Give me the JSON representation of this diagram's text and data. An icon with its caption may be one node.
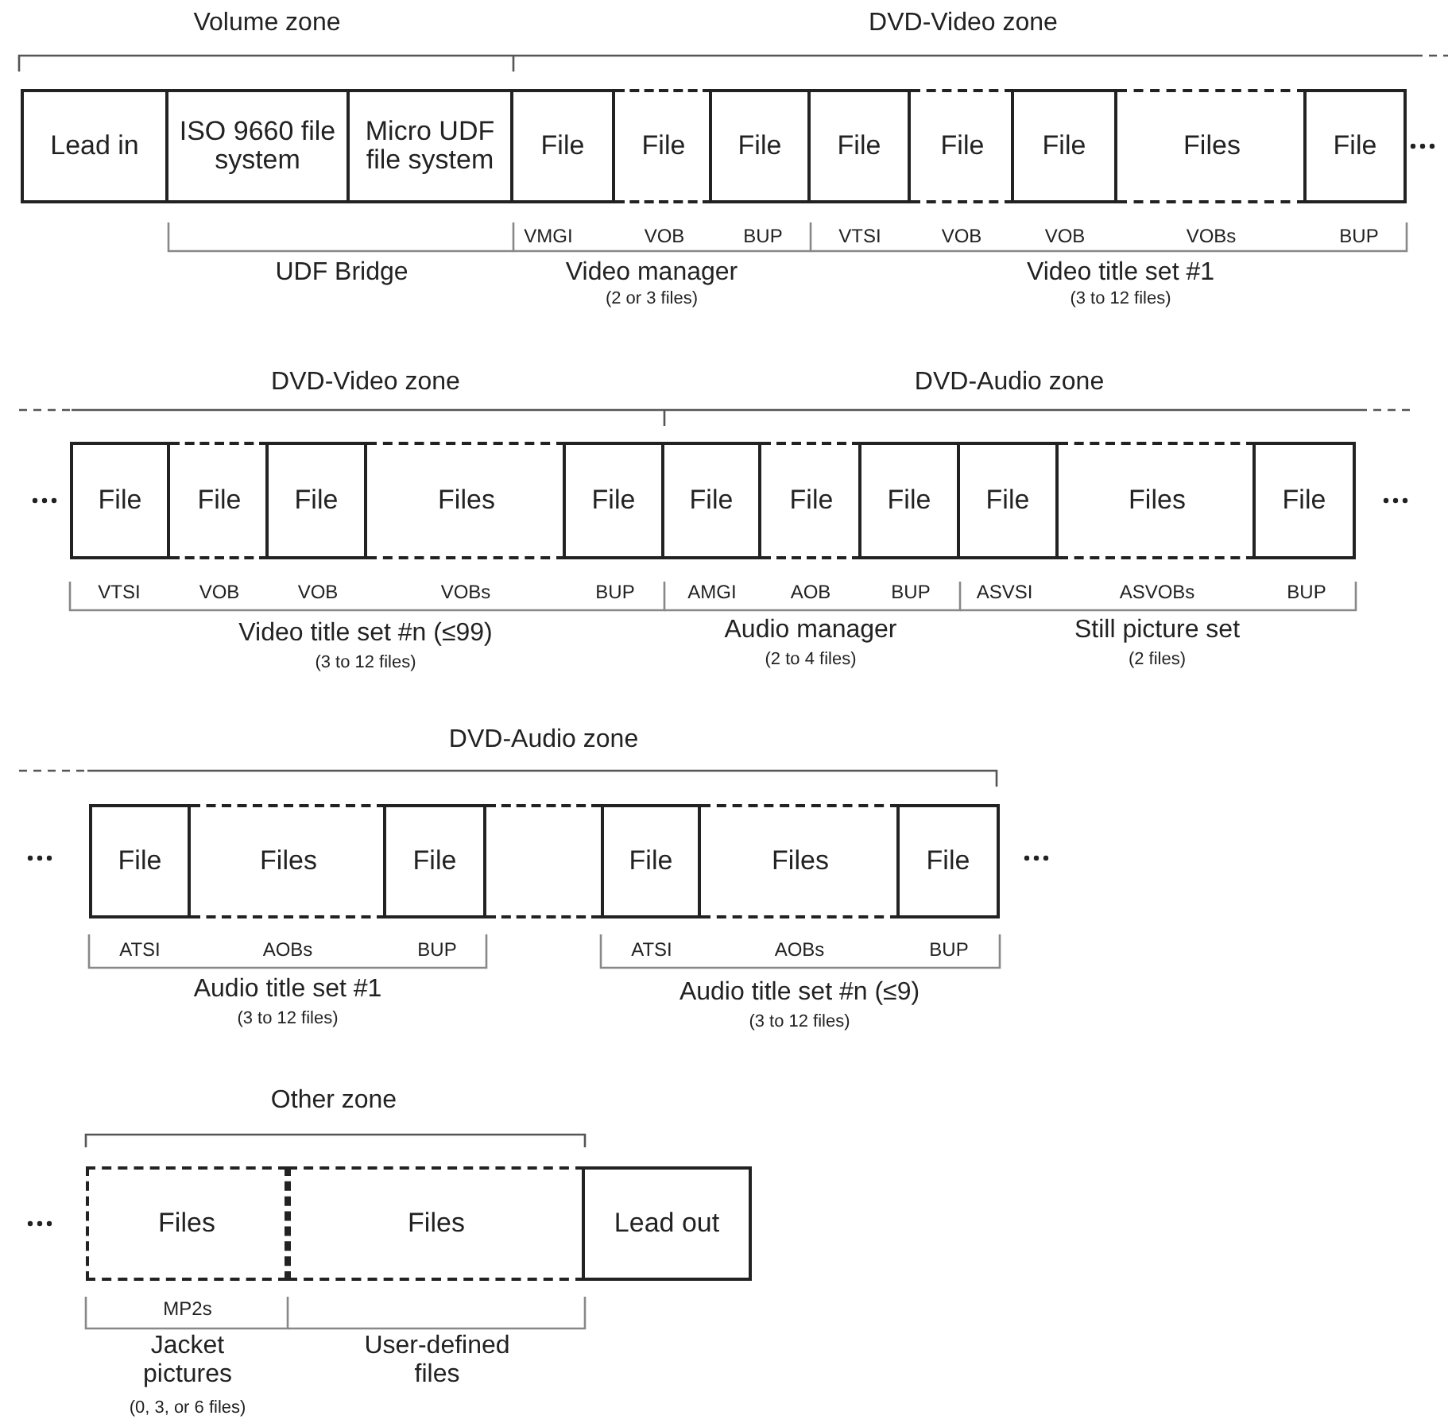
{
  "diagram": {
    "nodes": [
      {
        "text": [
          "Lead in"
        ]
      },
      {
        "text": [
          "ISO 9660 file system"
        ]
      },
      {
        "text": [
          "Micro UDF file system"
        ]
      },
      {
        "text": [
          "File"
        ]
      },
      {
        "text": [
          "File"
        ]
      },
      {
        "text": [
          "File"
        ]
      },
      {
        "text": [
          "File"
        ]
      },
      {
        "text": [
          "File"
        ]
      },
      {
        "text": [
          "File"
        ]
      },
      {
        "text": [
          "Files"
        ]
      },
      {
        "text": [
          "File"
        ]
      },
      {
        "text": [
          "File"
        ]
      },
      {
        "text": [
          "File"
        ]
      },
      {
        "text": [
          "File"
        ]
      },
      {
        "text": [
          "Files"
        ]
      },
      {
        "text": [
          "File"
        ]
      },
      {
        "text": [
          "File"
        ]
      },
      {
        "text": [
          "File"
        ]
      },
      {
        "text": [
          "File"
        ]
      },
      {
        "text": [
          "File"
        ]
      },
      {
        "text": [
          "Files"
        ]
      },
      {
        "text": [
          "File"
        ]
      },
      {
        "text": [
          "File"
        ]
      },
      {
        "text": [
          "Files"
        ]
      },
      {
        "text": [
          "File"
        ]
      },
      {
        "text": [],
        "shape": "box"
      },
      {
        "text": [
          "File"
        ]
      },
      {
        "text": [
          "Files"
        ]
      },
      {
        "text": [
          "File"
        ]
      },
      {
        "text": [
          "Files"
        ]
      },
      {
        "text": [
          "Files"
        ]
      },
      {
        "text": [
          "Lead out"
        ]
      }
    ],
    "edges": [],
    "labels": [
      "Volume zone",
      "DVD-Video zone",
      "VMGI",
      "VOB",
      "BUP",
      "VTSI",
      "VOB",
      "VOB",
      "VOBs",
      "BUP",
      "UDF Bridge",
      "Video manager",
      "(2 or 3 files)",
      "Video title set #1",
      "(3 to 12 files)",
      "DVD-Video zone",
      "DVD-Audio zone",
      "VTSI",
      "VOB",
      "VOB",
      "VOBs",
      "BUP",
      "AMGI",
      "AOB",
      "BUP",
      "ASVSI",
      "ASVOBs",
      "BUP",
      "Video title set #n (≤99)",
      "(3 to 12 files)",
      "Audio manager",
      "(2 to 4 files)",
      "Still picture set",
      "(2 files)",
      "DVD-Audio zone",
      "ATSI",
      "AOBs",
      "BUP",
      "ATSI",
      "AOBs",
      "BUP",
      "Audio title set #1",
      "(3 to 12 files)",
      "Audio title set #n (≤9)",
      "(3 to 12 files)",
      "Other zone",
      "MP2s",
      "Jacket pictures",
      "(0, 3, or 6 files)",
      "User-defined files"
    ]
  }
}
